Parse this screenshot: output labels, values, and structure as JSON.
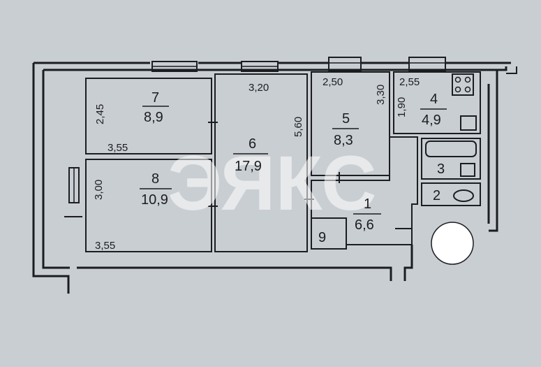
{
  "rooms": {
    "r1": {
      "number": "1",
      "area": "6,6"
    },
    "r2": {
      "number": "2"
    },
    "r3": {
      "number": "3"
    },
    "r4": {
      "number": "4",
      "area": "4,9"
    },
    "r5": {
      "number": "5",
      "area": "8,3"
    },
    "r6": {
      "number": "6",
      "area": "17,9"
    },
    "r7": {
      "number": "7",
      "area": "8,9"
    },
    "r8": {
      "number": "8",
      "area": "10,9"
    },
    "r9": {
      "number": "9"
    }
  },
  "dimensions": {
    "r7_height": "2,45",
    "r7_width": "3,55",
    "r8_height": "3,00",
    "r8_width": "3,55",
    "r6_width": "3,20",
    "r6_height": "5,60",
    "r5_width": "2,50",
    "r5_height": "3,30",
    "r4_width": "2,55",
    "r4_height": "1,90"
  },
  "watermark": "ЭЯКС"
}
